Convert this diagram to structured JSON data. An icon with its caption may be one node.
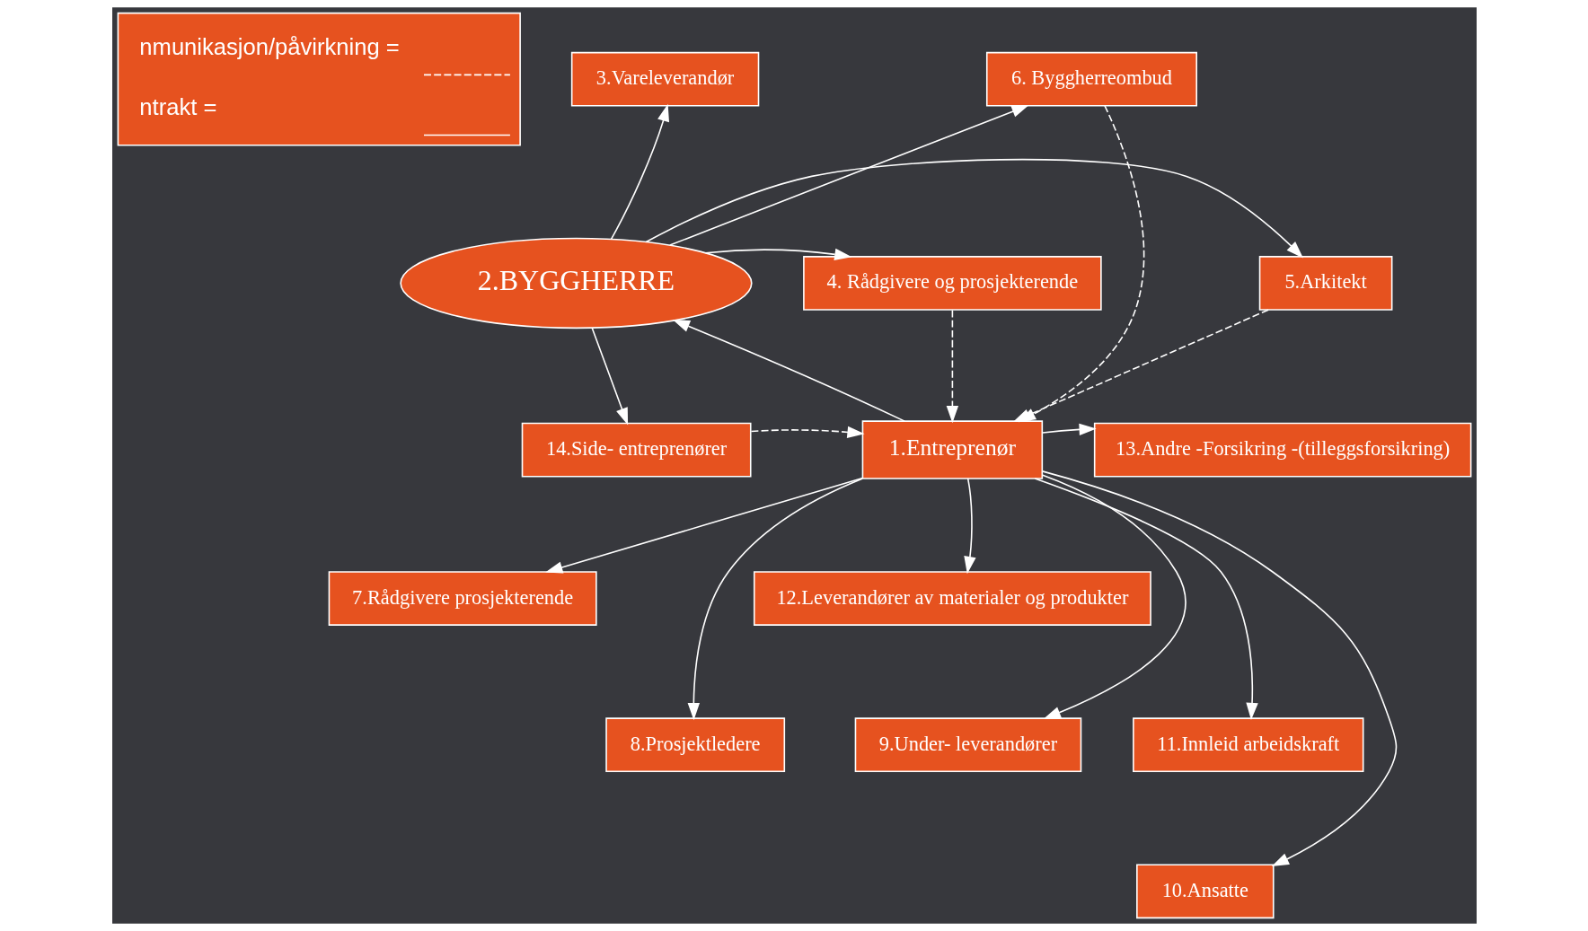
{
  "diagram": {
    "nodes": [
      {
        "text": [
          "3.Vareleverandør"
        ]
      },
      {
        "text": [
          "6. Byggherreombud"
        ]
      },
      {
        "text": [
          "2.BYGGHERRE"
        ]
      },
      {
        "text": [
          "4. Rådgivere og prosjekterende"
        ]
      },
      {
        "text": [
          "5.Arkitekt"
        ]
      },
      {
        "text": [
          "14.Side- entreprenører"
        ]
      },
      {
        "text": [
          "1.Entreprenør"
        ]
      },
      {
        "text": [
          "13.Andre -Forsikring -(tilleggsforsikring)"
        ]
      },
      {
        "text": [
          "7.Rådgivere prosjekterende"
        ]
      },
      {
        "text": [
          "12.Leverandører av materialer og produkter"
        ]
      },
      {
        "text": [
          "9.Under- leverandører"
        ]
      },
      {
        "text": [
          "11.Innleid arbeidskraft"
        ]
      },
      {
        "text": [
          "8.Prosjektledere"
        ]
      },
      {
        "text": [
          "10.Ansatte"
        ]
      }
    ],
    "edges": [
      {
        "from": 2,
        "to": 0,
        "arrow": "to"
      },
      {
        "from": 2,
        "to": 1,
        "arrow": "to"
      },
      {
        "from": 2,
        "to": 3,
        "arrow": "to"
      },
      {
        "from": 2,
        "to": 5,
        "arrow": "to"
      },
      {
        "from": 2,
        "to": 4,
        "arrow": "to"
      },
      {
        "from": 6,
        "to": 2,
        "arrow": "to"
      },
      {
        "from": 1,
        "to": 6,
        "arrow": "to",
        "style": "dashed"
      },
      {
        "from": 3,
        "to": 6,
        "arrow": "to",
        "style": "dashed"
      },
      {
        "from": 4,
        "to": 6,
        "arrow": "to",
        "style": "dashed"
      },
      {
        "from": 5,
        "to": 6,
        "arrow": "to",
        "style": "dashed"
      },
      {
        "from": 6,
        "to": 7,
        "arrow": "to"
      },
      {
        "from": 6,
        "to": 8,
        "arrow": "to"
      },
      {
        "from": 6,
        "to": 12,
        "arrow": "to"
      },
      {
        "from": 6,
        "to": 10,
        "arrow": "to"
      },
      {
        "from": 6,
        "to": 13,
        "arrow": "to"
      },
      {
        "from": 6,
        "to": 11,
        "arrow": "to"
      },
      {
        "from": 6,
        "to": 9,
        "arrow": "to"
      }
    ],
    "legend": [
      {
        "text": "nmunikasjon/påvirkning ="
      },
      {
        "text": "ntrakt ="
      }
    ]
  }
}
